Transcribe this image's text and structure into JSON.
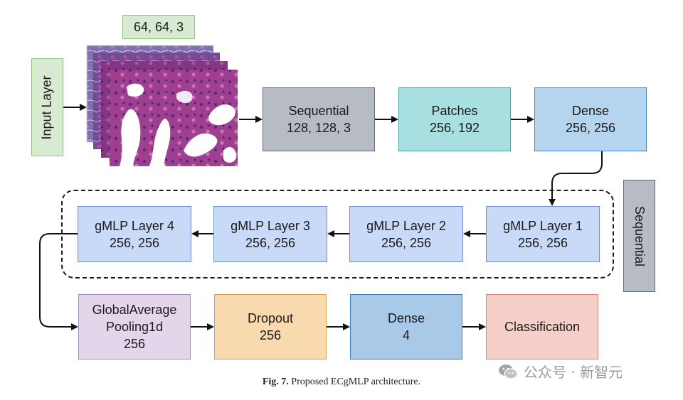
{
  "input_layer": {
    "label": "Input Layer"
  },
  "input_shape": {
    "label": "64, 64, 3"
  },
  "nodes": {
    "sequential": {
      "name": "Sequential",
      "shape": "128, 128, 3"
    },
    "patches": {
      "name": "Patches",
      "shape": "256, 192"
    },
    "dense_top": {
      "name": "Dense",
      "shape": "256, 256"
    },
    "gmlp_1": {
      "name": "gMLP Layer 1",
      "shape": "256, 256"
    },
    "gmlp_2": {
      "name": "gMLP Layer 2",
      "shape": "256, 256"
    },
    "gmlp_3": {
      "name": "gMLP Layer 3",
      "shape": "256, 256"
    },
    "gmlp_4": {
      "name": "gMLP Layer 4",
      "shape": "256, 256"
    },
    "gap": {
      "name_line1": "GlobalAverage",
      "name_line2": "Pooling1d",
      "shape": "256"
    },
    "dropout": {
      "name": "Dropout",
      "shape": "256"
    },
    "dense_bottom": {
      "name": "Dense",
      "shape": "4"
    },
    "classification": {
      "name": "Classification"
    }
  },
  "sequential_group": {
    "label": "Sequential"
  },
  "caption": {
    "prefix": "Fig. 7.",
    "text": "Proposed ECgMLP architecture."
  },
  "watermark": {
    "text": "公众号 · 新智元",
    "icon": "wechat-icon"
  },
  "colors": {
    "input_fill": "#d9ead3",
    "input_border": "#93c47d",
    "sequential_fill": "#b7bcc4",
    "sequential_border": "#5f6b78",
    "patches_fill": "#a8dfe0",
    "patches_border": "#4aa3a8",
    "dense_fill": "#b5d4ee",
    "dense_border": "#4a86c0",
    "gmlp_fill": "#c9daf8",
    "gmlp_border": "#6d8fcf",
    "gap_fill": "#e3d5ea",
    "gap_border": "#a78bb8",
    "dropout_fill": "#f9d9ae",
    "dropout_border": "#d9a355",
    "dense4_fill": "#a8c9e8",
    "dense4_border": "#3e7bb8",
    "class_fill": "#f6d0c8",
    "class_border": "#d98873",
    "seq_side_fill": "#b7bcc4",
    "seq_side_border": "#5f6b78"
  }
}
